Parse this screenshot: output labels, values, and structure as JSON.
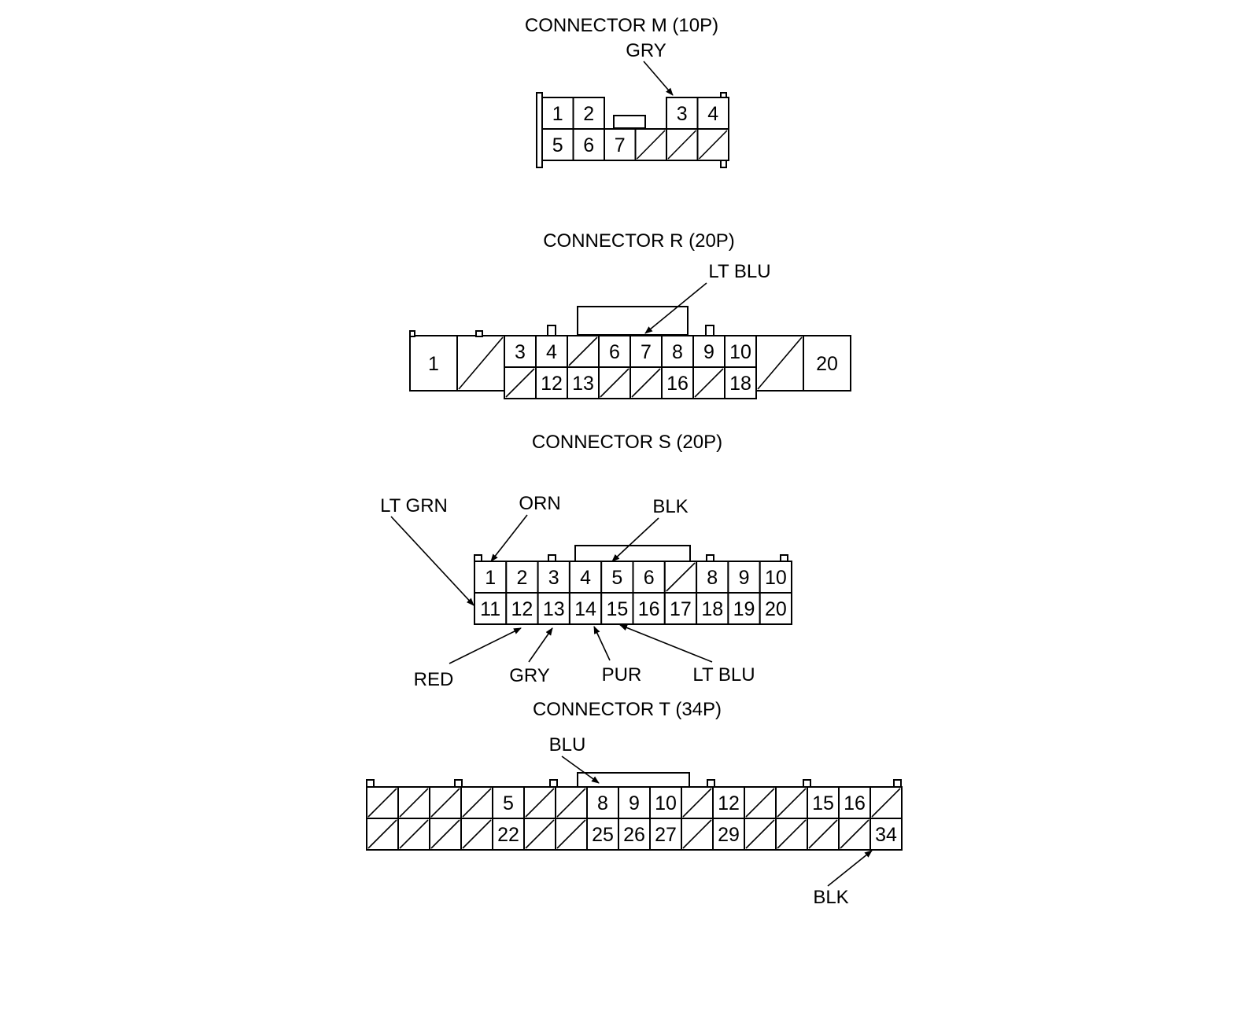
{
  "connectors": [
    {
      "id": "M",
      "title": "CONNECTOR M (10P)",
      "rows": [
        [
          "1",
          "2",
          "",
          "",
          "3",
          "4"
        ],
        [
          "5",
          "6",
          "7",
          "/",
          "/",
          "/"
        ]
      ],
      "wires": [
        {
          "label": "GRY",
          "pin": "3"
        }
      ]
    },
    {
      "id": "R",
      "title": "CONNECTOR R (20P)",
      "side_left": [
        "1",
        "/"
      ],
      "rows": [
        [
          "3",
          "4",
          "/",
          "6",
          "7",
          "8",
          "9",
          "10"
        ],
        [
          "/",
          "12",
          "13",
          "/",
          "/",
          "16",
          "/",
          "18"
        ]
      ],
      "side_right": [
        "/",
        "20"
      ],
      "wires": [
        {
          "label": "LT BLU",
          "pin": "7"
        }
      ]
    },
    {
      "id": "S",
      "title": "CONNECTOR S (20P)",
      "rows": [
        [
          "1",
          "2",
          "3",
          "4",
          "5",
          "6",
          "/",
          "8",
          "9",
          "10"
        ],
        [
          "11",
          "12",
          "13",
          "14",
          "15",
          "16",
          "17",
          "18",
          "19",
          "20"
        ]
      ],
      "wires": [
        {
          "label": "LT GRN",
          "pin": "11"
        },
        {
          "label": "ORN",
          "pin": "1"
        },
        {
          "label": "BLK",
          "pin": "5"
        },
        {
          "label": "RED",
          "pin": "12"
        },
        {
          "label": "GRY",
          "pin": "13"
        },
        {
          "label": "PUR",
          "pin": "14"
        },
        {
          "label": "LT BLU",
          "pin": "15"
        }
      ]
    },
    {
      "id": "T",
      "title": "CONNECTOR T (34P)",
      "rows": [
        [
          "/",
          "/",
          "/",
          "/",
          "5",
          "/",
          "/",
          "8",
          "9",
          "10",
          "/",
          "12",
          "/",
          "/",
          "15",
          "16",
          "/"
        ],
        [
          "/",
          "/",
          "/",
          "/",
          "22",
          "/",
          "/",
          "25",
          "26",
          "27",
          "/",
          "29",
          "/",
          "/",
          "/",
          "/",
          "34"
        ]
      ],
      "wires": [
        {
          "label": "BLU",
          "pin": "8"
        },
        {
          "label": "BLK",
          "pin": "34"
        }
      ]
    }
  ]
}
